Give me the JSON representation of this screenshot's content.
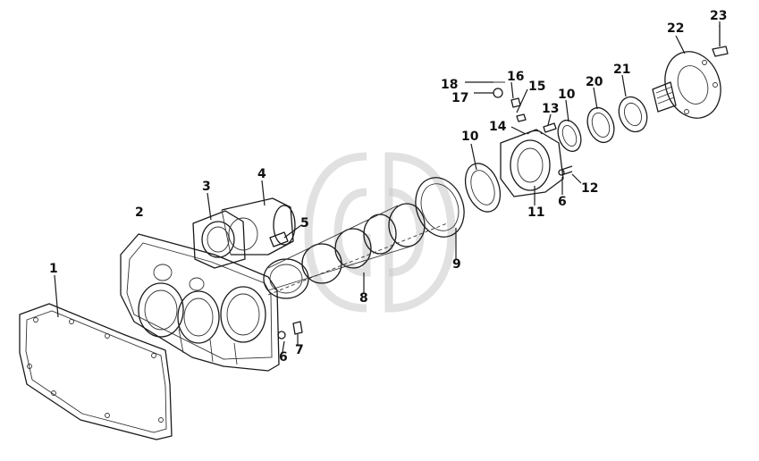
{
  "callouts": [
    {
      "id": "c1",
      "text": "1"
    },
    {
      "id": "c2",
      "text": "2"
    },
    {
      "id": "c3",
      "text": "3"
    },
    {
      "id": "c4",
      "text": "4"
    },
    {
      "id": "c5",
      "text": "5"
    },
    {
      "id": "c6a",
      "text": "6"
    },
    {
      "id": "c7",
      "text": "7"
    },
    {
      "id": "c8",
      "text": "8"
    },
    {
      "id": "c9",
      "text": "9"
    },
    {
      "id": "c10a",
      "text": "10"
    },
    {
      "id": "c11",
      "text": "11"
    },
    {
      "id": "c6b",
      "text": "6"
    },
    {
      "id": "c12",
      "text": "12"
    },
    {
      "id": "c13",
      "text": "13"
    },
    {
      "id": "c14",
      "text": "14"
    },
    {
      "id": "c15",
      "text": "15"
    },
    {
      "id": "c16",
      "text": "16"
    },
    {
      "id": "c17",
      "text": "17"
    },
    {
      "id": "c18",
      "text": "18"
    },
    {
      "id": "c10b",
      "text": "10"
    },
    {
      "id": "c20",
      "text": "20"
    },
    {
      "id": "c21",
      "text": "21"
    },
    {
      "id": "c22",
      "text": "22"
    },
    {
      "id": "c23",
      "text": "23"
    }
  ],
  "watermark": "logo-watermark"
}
